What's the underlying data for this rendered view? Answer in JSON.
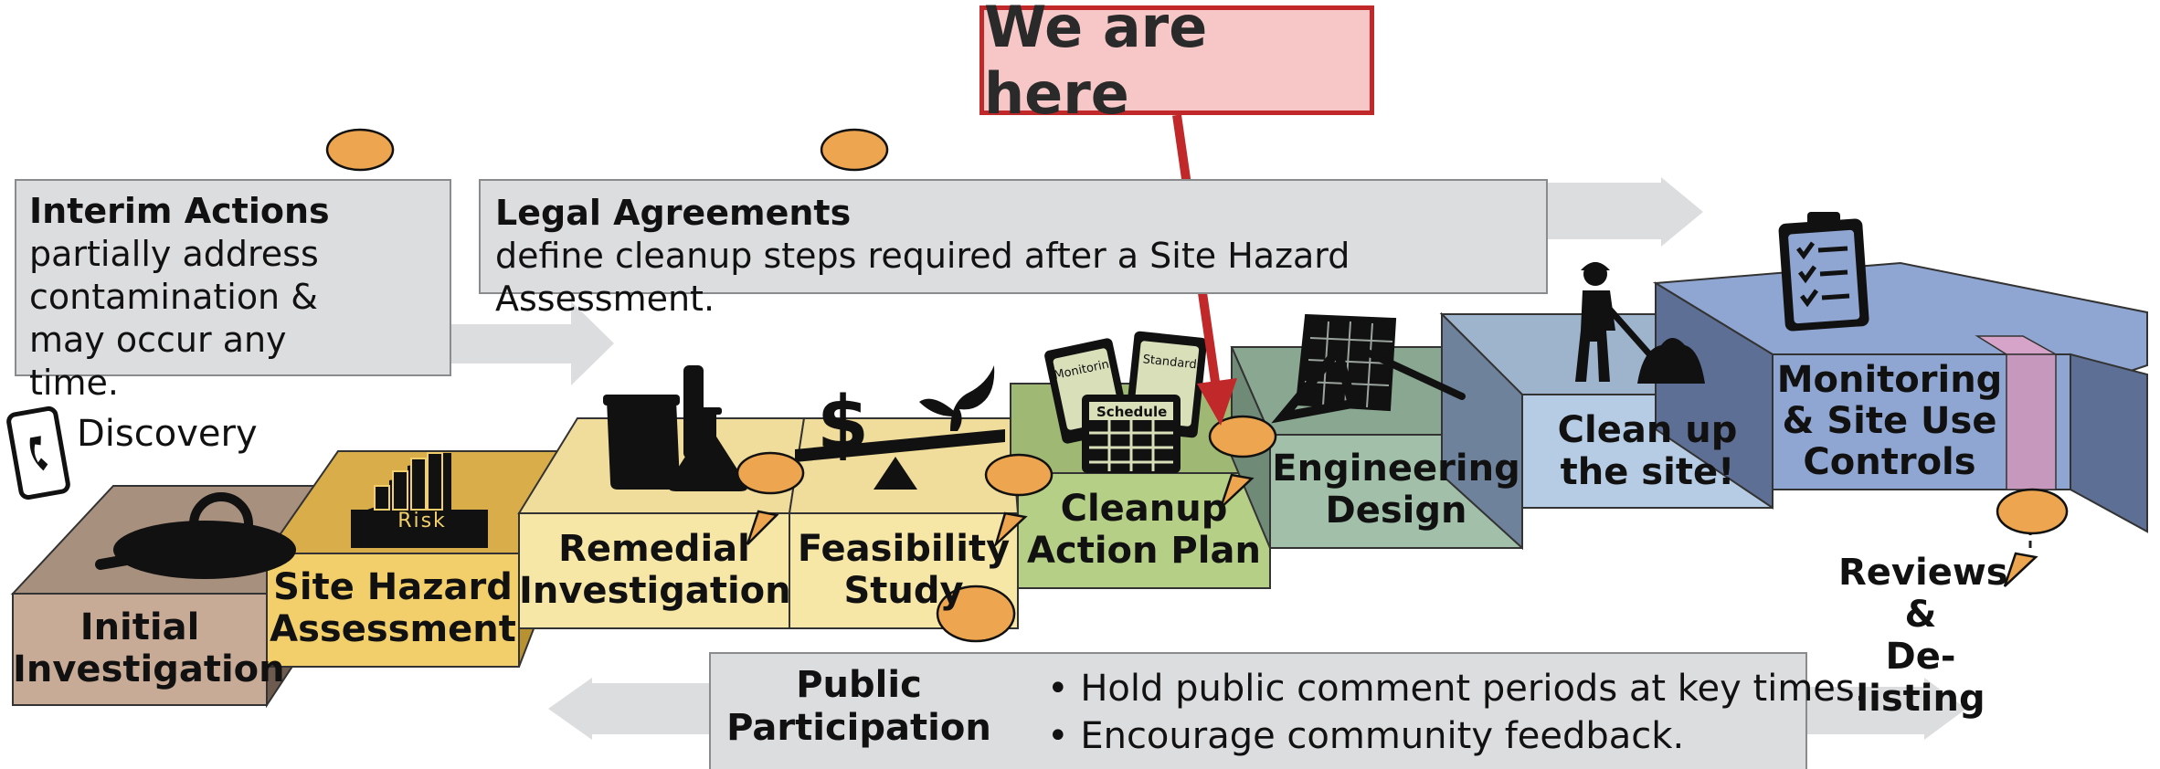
{
  "callout": {
    "text": "We are here"
  },
  "interim": {
    "title": "Interim Actions",
    "lines": [
      "partially address",
      "contamination &",
      "may occur any time."
    ]
  },
  "legal": {
    "title": "Legal Agreements",
    "body": "define cleanup steps required after a Site Hazard Assessment."
  },
  "discovery": "Discovery",
  "steps": [
    {
      "line1": "Initial",
      "line2": "Investigation"
    },
    {
      "line1": "Site Hazard",
      "line2": "Assessment",
      "badge": "Risk"
    },
    {
      "line1": "Remedial",
      "line2": "Investigation"
    },
    {
      "line1": "Feasibility",
      "line2": "Study"
    },
    {
      "line1": "Cleanup",
      "line2": "Action Plan",
      "docs": [
        "Monitoring",
        "Standards",
        "Schedule"
      ]
    },
    {
      "line1": "Engineering",
      "line2": "Design"
    },
    {
      "line1": "Clean up",
      "line2": "the site!"
    },
    {
      "line1": "Monitoring",
      "line2": "& Site Use",
      "line3": "Controls"
    }
  ],
  "reviews": {
    "line1": "Reviews &",
    "line2": "De-listing"
  },
  "public": {
    "title1": "Public",
    "title2": "Participation",
    "bullets": [
      "Hold public comment periods at key times.",
      "Encourage community feedback."
    ]
  },
  "colors": {
    "initial": "#c8ab97",
    "hazard": "#f2cf6a",
    "remedial": "#f6e7a7",
    "feasibility": "#f6e7a7",
    "cleanup_plan": "#b6cf86",
    "engineering": "#a1bfa9",
    "clean_up": "#b6cce4",
    "monitoring": "#8fa6d2",
    "speech_bubble": "#eda54f",
    "callout_fill": "#f6c7c6",
    "callout_border": "#c0282a",
    "info_box": "#dcdddf",
    "arrow": "#dcdddf"
  },
  "icons": [
    "speech-bubble-icon",
    "worker-shovel-icon",
    "phone-icon",
    "magnifier-icon",
    "bar-chart-icon",
    "lab-glassware-icon",
    "balance-scale-icon",
    "documents-icon",
    "drafting-tools-icon",
    "clipboard-checklist-icon"
  ]
}
